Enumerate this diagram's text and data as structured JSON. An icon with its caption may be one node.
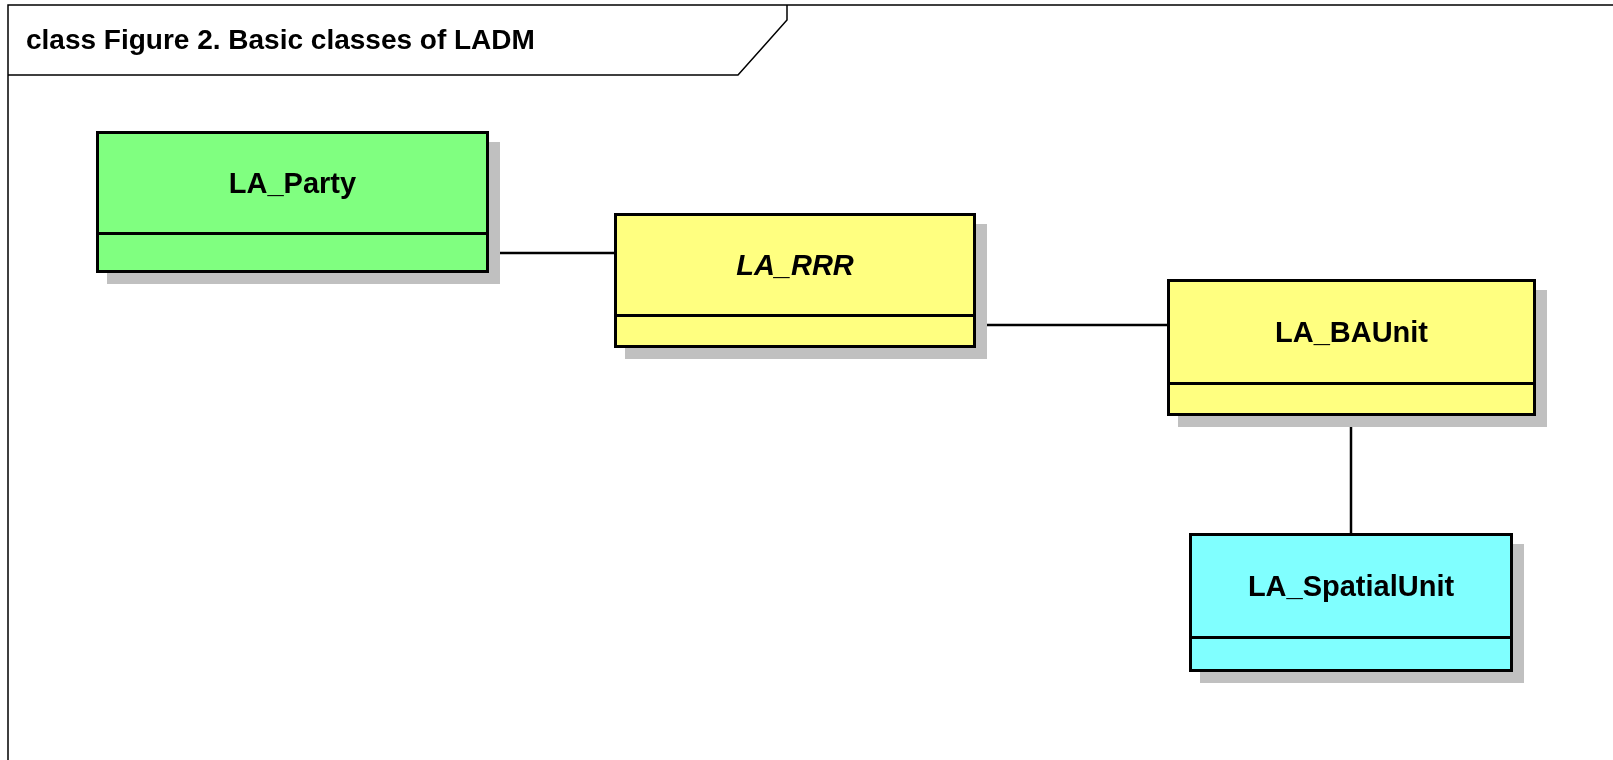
{
  "diagram": {
    "title": "class Figure 2. Basic classes of LADM",
    "nodes": [
      {
        "text": [
          "LA_Party"
        ]
      },
      {
        "text": [
          "LA_RRR"
        ]
      },
      {
        "text": [
          "LA_BAUnit"
        ]
      },
      {
        "text": [
          "LA_SpatialUnit"
        ]
      }
    ],
    "edges": [
      {
        "from": 0,
        "to": 1,
        "arrow": "none"
      },
      {
        "from": 1,
        "to": 2,
        "arrow": "none"
      },
      {
        "from": 2,
        "to": 3,
        "arrow": "none"
      }
    ]
  }
}
